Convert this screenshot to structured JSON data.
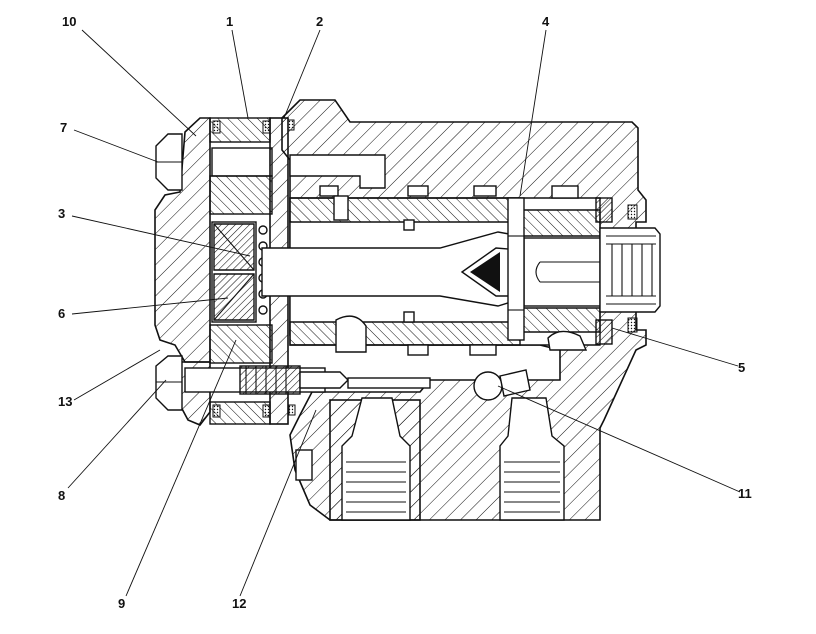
{
  "diagram": {
    "callouts": [
      {
        "id": "10",
        "text": "10"
      },
      {
        "id": "1",
        "text": "1"
      },
      {
        "id": "2",
        "text": "2"
      },
      {
        "id": "4",
        "text": "4"
      },
      {
        "id": "7",
        "text": "7"
      },
      {
        "id": "3",
        "text": "3"
      },
      {
        "id": "6",
        "text": "6"
      },
      {
        "id": "13",
        "text": "13"
      },
      {
        "id": "8",
        "text": "8"
      },
      {
        "id": "9",
        "text": "9"
      },
      {
        "id": "12",
        "text": "12"
      },
      {
        "id": "11",
        "text": "11"
      },
      {
        "id": "5",
        "text": "5"
      }
    ]
  },
  "colors": {
    "line": "#111111",
    "background": "#ffffff"
  }
}
